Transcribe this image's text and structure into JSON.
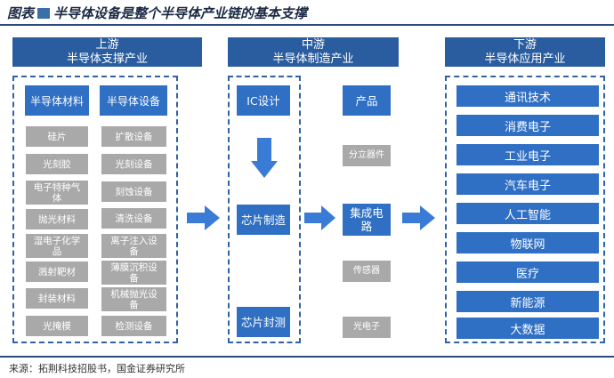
{
  "figure_title": "图表",
  "figure_title_text": "半导体设备是整个半导体产业链的基本支撑",
  "upstream": {
    "header_line1": "上游",
    "header_line2": "半导体支撑产业",
    "col1_header": "半导体材料",
    "col2_header": "半导体设备",
    "materials": [
      "硅片",
      "光刻胶",
      "电子特种气体",
      "抛光材料",
      "湿电子化学品",
      "溅射靶材",
      "封装材料",
      "光掩模"
    ],
    "equipment": [
      "扩散设备",
      "光刻设备",
      "刻蚀设备",
      "清洗设备",
      "离子注入设备",
      "薄膜沉积设备",
      "机械抛光设备",
      "检测设备"
    ]
  },
  "midstream": {
    "header_line1": "中游",
    "header_line2": "半导体制造产业",
    "steps": [
      "IC设计",
      "芯片制造",
      "芯片封测"
    ],
    "products_header": "产品",
    "products": [
      "分立器件",
      "集成电路",
      "传感器",
      "光电子"
    ]
  },
  "downstream": {
    "header_line1": "下游",
    "header_line2": "半导体应用产业",
    "apps": [
      "通讯技术",
      "消费电子",
      "工业电子",
      "汽车电子",
      "人工智能",
      "物联网",
      "医疗",
      "新能源",
      "大数据"
    ]
  },
  "source": "来源：拓荆科技招股书，国金证券研究所",
  "colors": {
    "accent": "#2f6fc4",
    "header": "#2a5d9f",
    "grey": "#a9a9a9",
    "arrow": "#3a7bd5"
  }
}
